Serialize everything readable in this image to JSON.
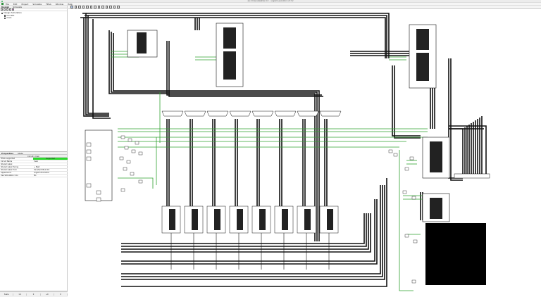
{
  "window": {
    "title": "alu ld kanalswähler.circ – Logisim-evolution v3.7.2"
  },
  "menu": [
    "File",
    "Edit",
    "Project",
    "Simulate",
    "FPGA",
    "Window",
    "Help"
  ],
  "left": {
    "tabs": [
      "Design",
      "Simulate"
    ],
    "tree": {
      "root": "Design Simulation",
      "items": [
        "CircuitA",
        "main"
      ]
    },
    "props_tabs": [
      "Properties",
      "State"
    ],
    "props_title": "Circuit: main",
    "props": [
      {
        "k": "FPGA supported",
        "v": "Supported",
        "highlight": true
      },
      {
        "k": "Circuit Name",
        "v": "main"
      },
      {
        "k": "Shared Label",
        "v": ""
      },
      {
        "k": "Shared Label Facing",
        "v": "→ East"
      },
      {
        "k": "Shared Label Font",
        "v": "SansSerif Bold 16"
      },
      {
        "k": "Appearance",
        "v": "Logisim-Evolution"
      },
      {
        "k": "Use Simulation Icon",
        "v": "No"
      }
    ],
    "zoom": "+ 100%",
    "status": [
      "Scale",
      "1:1",
      "0",
      "+0",
      "0"
    ]
  },
  "colors": {
    "wire_on": "#2fa12f",
    "wire": "#111111",
    "screen": "#000000"
  }
}
